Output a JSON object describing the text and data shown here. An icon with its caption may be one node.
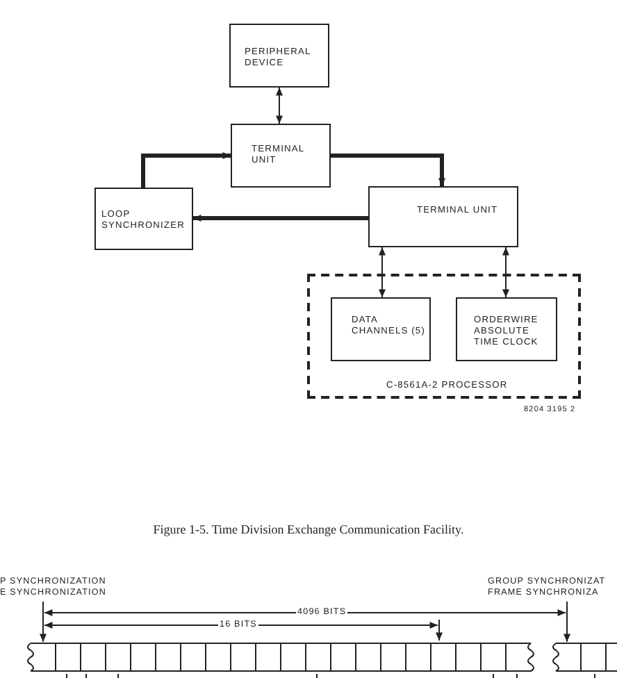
{
  "diagram": {
    "caption": "Figure 1-5.  Time Division Exchange Communication Facility.",
    "nodes": [
      {
        "text": [
          "PERIPHERAL DEVICE"
        ]
      },
      {
        "text": [
          "TERMINAL UNIT"
        ]
      },
      {
        "text": [
          "LOOP SYNCHRONIZER"
        ]
      },
      {
        "text": [
          "TERMINAL UNIT"
        ]
      },
      {
        "text": [
          "C-8561A-2 PROCESSOR"
        ]
      },
      {
        "text": [
          "DATA CHANNELS (5)"
        ],
        "in": 4
      },
      {
        "text": [
          "ORDERWIRE ABSOLUTE TIME CLOCK"
        ],
        "in": 4
      },
      {
        "text": [
          "P SYNCHRONIZATION",
          "E SYNCHRONIZATION"
        ]
      },
      {
        "text": [
          "GROUP SYNCHRONIZAT",
          "FRAME SYNCHRONIZA"
        ]
      },
      {
        "text": [],
        "shape": "bar"
      }
    ],
    "edges": [
      {
        "from": 0,
        "to": 1,
        "arrow": "both"
      },
      {
        "from": 2,
        "to": 1,
        "arrow": "to",
        "style": "thick"
      },
      {
        "from": 1,
        "to": 3,
        "arrow": "to",
        "style": "thick"
      },
      {
        "from": 3,
        "to": 2,
        "arrow": "to",
        "style": "thick"
      },
      {
        "from": 3,
        "to": 5,
        "arrow": "both"
      },
      {
        "from": 3,
        "to": 6,
        "arrow": "both"
      },
      {
        "from": 7,
        "to": 9,
        "arrow": "to"
      },
      {
        "from": 8,
        "to": 9,
        "arrow": "to"
      }
    ],
    "labels": [
      "8204 3195 2",
      "4096 BITS",
      "16 BITS"
    ]
  }
}
